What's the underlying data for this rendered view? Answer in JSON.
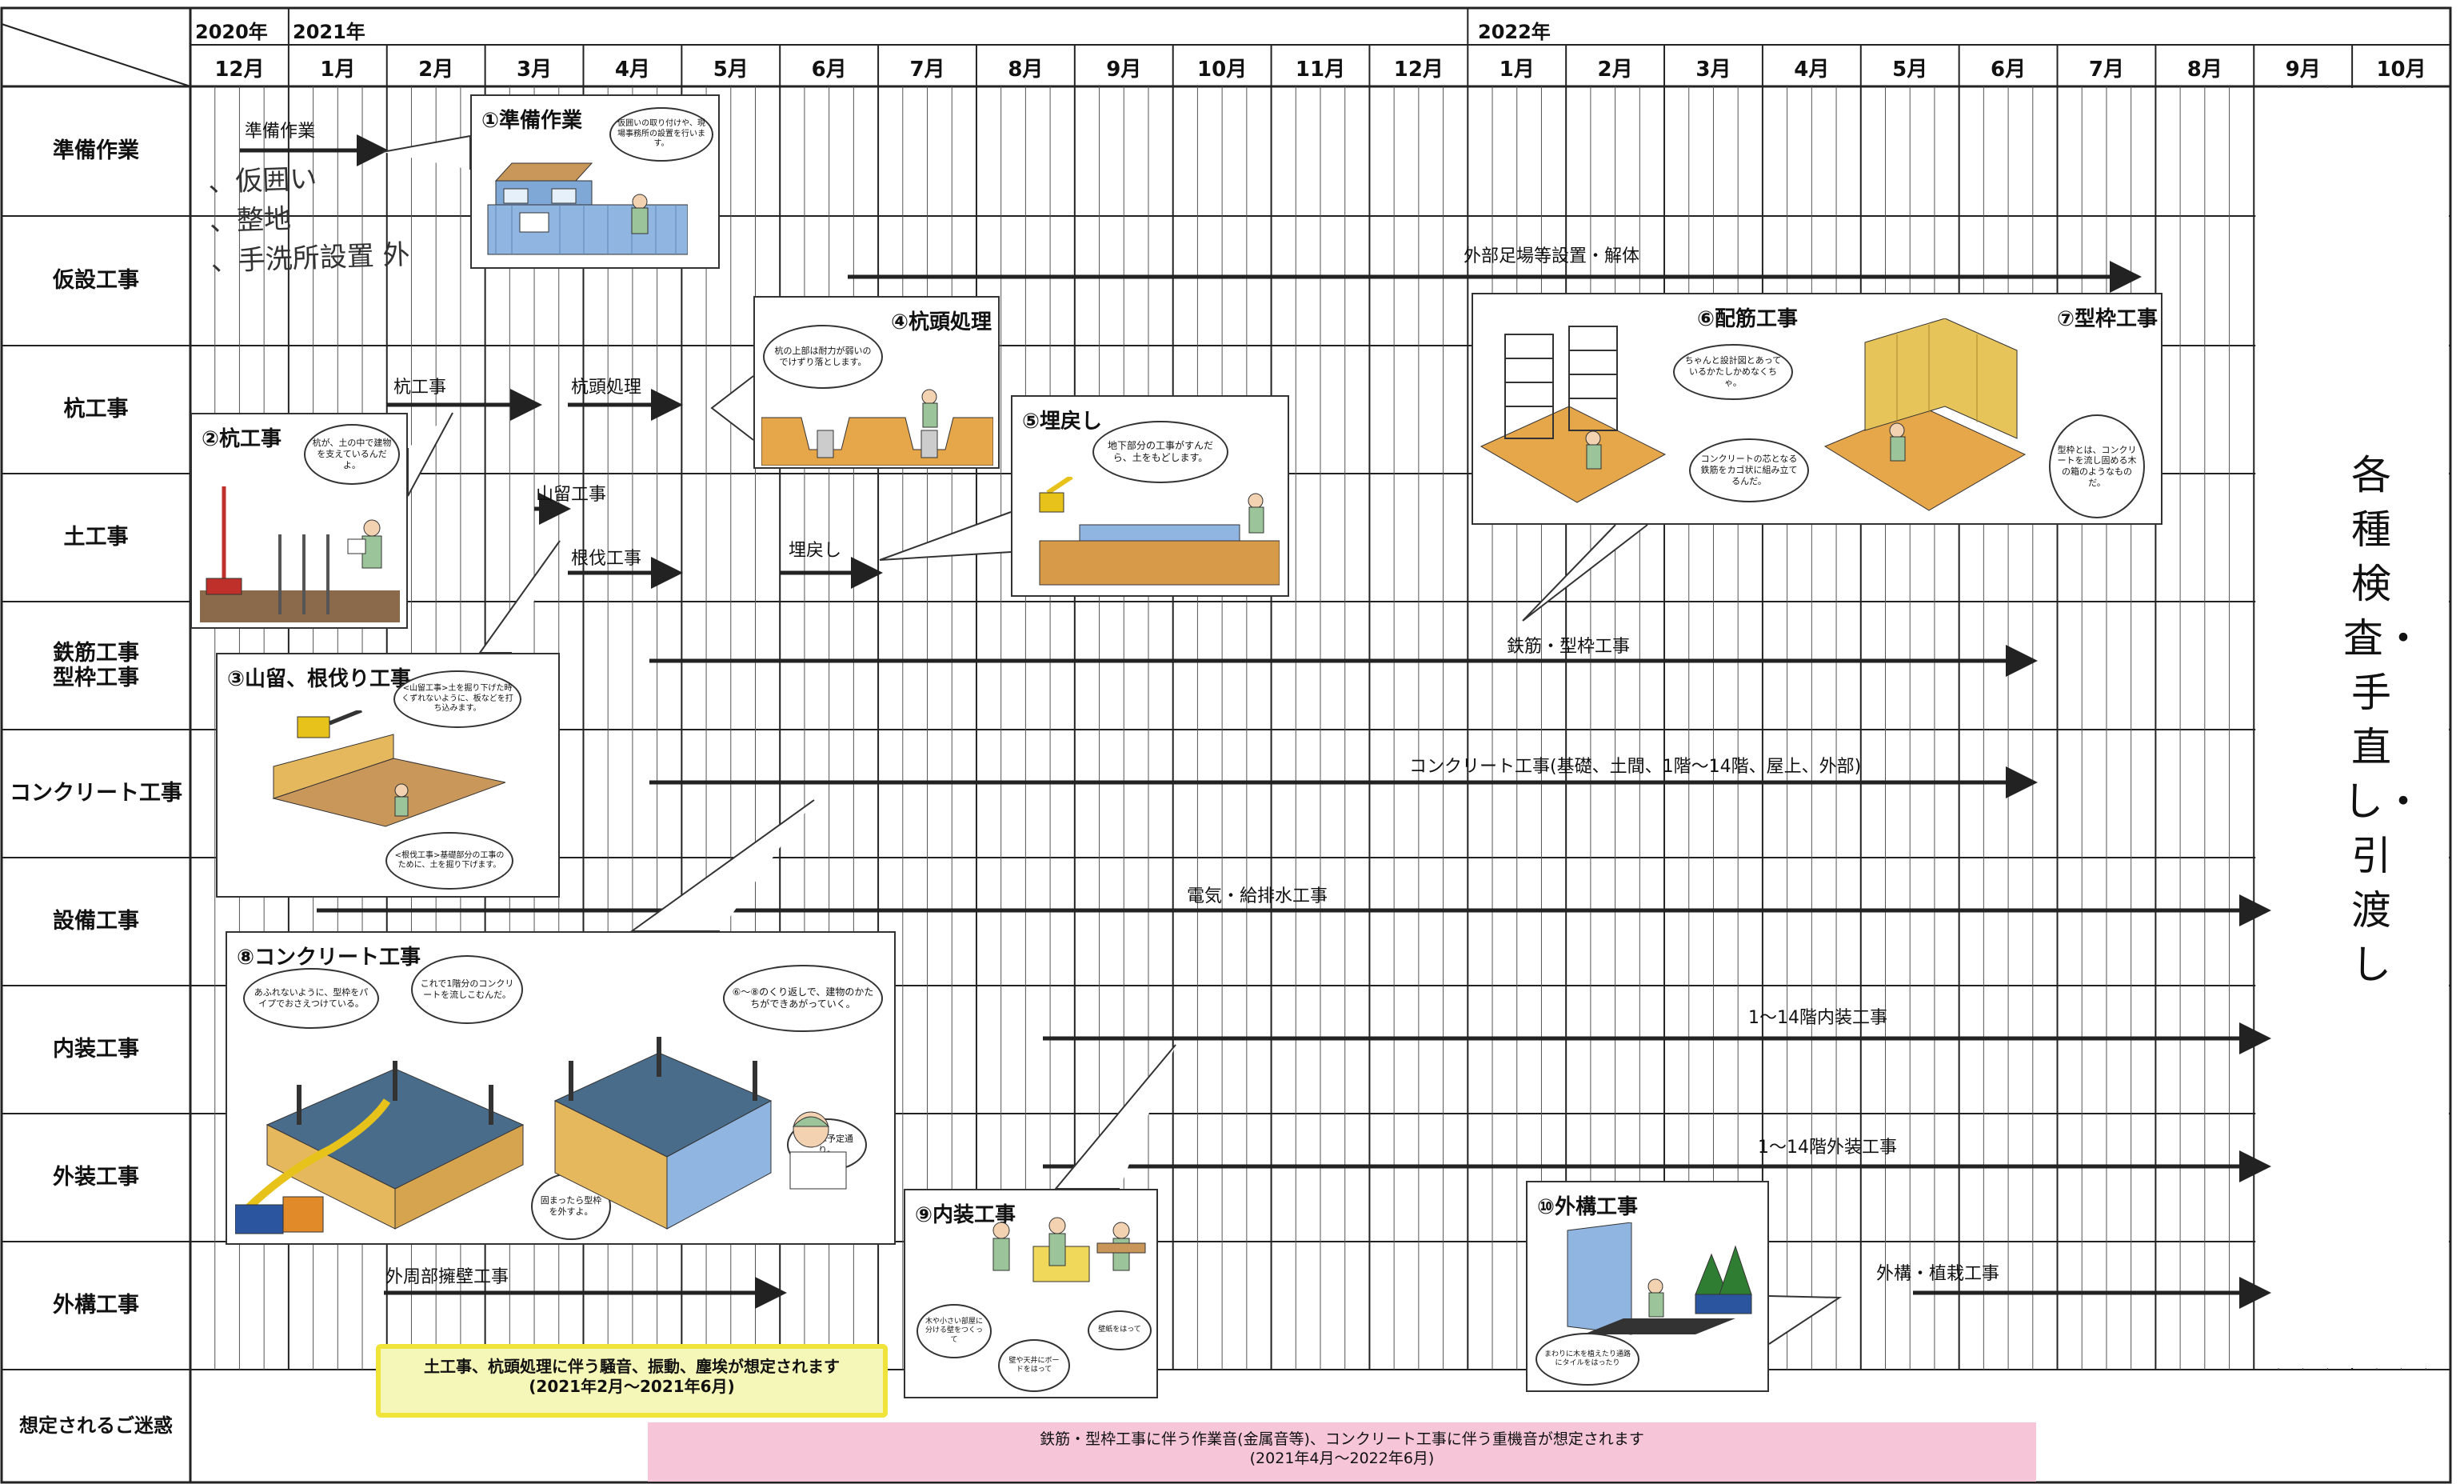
{
  "years": {
    "y2020": "2020年",
    "y2021": "2021年",
    "y2022": "2022年"
  },
  "months": [
    "12月",
    "1月",
    "2月",
    "3月",
    "4月",
    "5月",
    "6月",
    "7月",
    "8月",
    "9月",
    "10月",
    "11月",
    "12月",
    "1月",
    "2月",
    "3月",
    "4月",
    "5月",
    "6月",
    "7月",
    "8月",
    "9月",
    "10月"
  ],
  "rows": [
    "準備作業",
    "仮設工事",
    "杭工事",
    "土工事",
    "鉄筋工事\n型枠工事",
    "コンクリート工事",
    "設備工事",
    "内装工事",
    "外装工事",
    "外構工事",
    "想定されるご迷惑"
  ],
  "bar_labels": {
    "prep": "準備作業",
    "scaffold": "外部足場等設置・解体",
    "pile": "杭工事",
    "pilehead": "杭頭処理",
    "retaining": "山留工事",
    "excavation": "根伐工事",
    "backfill": "埋戻し",
    "rebar": "鉄筋・型枠工事",
    "concrete": "コンクリート工事(基礎、土間、1階～14階、屋上、外部)",
    "mep": "電気・給排水工事",
    "interior": "1～14階内装工事",
    "exterior": "1～14階外装工事",
    "retwall": "外周部擁壁工事",
    "landscape": "外構・植栽工事"
  },
  "handwriting": [
    "、仮囲い",
    "、整地",
    "、手洗所設置 外"
  ],
  "cards": {
    "c1": {
      "title": "①準備作業",
      "bubble": "仮囲いの取り付けや、現場事務所の設置を行います。"
    },
    "c2": {
      "title": "②杭工事",
      "bubble": "杭が、土の中で建物を支えているんだよ。"
    },
    "c3": {
      "title": "③山留、根伐り工事",
      "bubble1": "<山留工事>土を掘り下げた時くずれないように、板などを打ち込みます。",
      "bubble2": "<根伐工事>基礎部分の工事のために、土を掘り下げます。"
    },
    "c4": {
      "title": "④杭頭処理",
      "bubble": "杭の上部は耐力が弱いのでけずり落とします。"
    },
    "c5": {
      "title": "⑤埋戻し",
      "bubble": "地下部分の工事がすんだら、土をもどします。"
    },
    "c6": {
      "title": "⑥配筋工事",
      "bubble1": "ちゃんと設計図とあっているかたしかめなくちゃ。",
      "bubble2": "コンクリートの芯となる鉄筋をカゴ状に組み立てるんだ。"
    },
    "c7": {
      "title": "⑦型枠工事",
      "bubble": "型枠とは、コンクリートを流し固める木の箱のようなものだ。"
    },
    "c8": {
      "title": "⑧コンクリート工事",
      "bubble1": "あふれないように、型枠をパイプでおさえつけている。",
      "bubble2": "これで1階分のコンクリートを流しこむんだ。",
      "bubble3": "⑥～⑧のくり返しで、建物のかたちができあがっていく。",
      "bubble4": "固まったら型枠を外すよ。",
      "bubble5": "工事は予定通り。"
    },
    "c9": {
      "title": "⑨内装工事",
      "bubble1": "木や小さい部屋に分ける壁をつくって",
      "bubble2": "壁や天井にボードをはって",
      "bubble3": "壁紙をはって"
    },
    "c10": {
      "title": "⑩外構工事",
      "bubble": "まわりに木を植えたり通路にタイルをはったり"
    }
  },
  "right_text": "各種検査・手直し・引渡し",
  "notices": {
    "n1_line1": "土工事、杭頭処理に伴う騒音、振動、塵埃が想定されます",
    "n1_line2": "(2021年2月～2021年6月)",
    "n2_line1": "鉄筋・型枠工事に伴う作業音(金属音等)、コンクリート工事に伴う重機音が想定されます",
    "n2_line2": "(2021年4月～2022年6月)"
  },
  "colors": {
    "notice1_bg": "#f5f7b8",
    "notice1_border": "#f0e33a",
    "notice2_bg": "#f6c6d8",
    "arrow": "#222",
    "grid": "#222"
  }
}
